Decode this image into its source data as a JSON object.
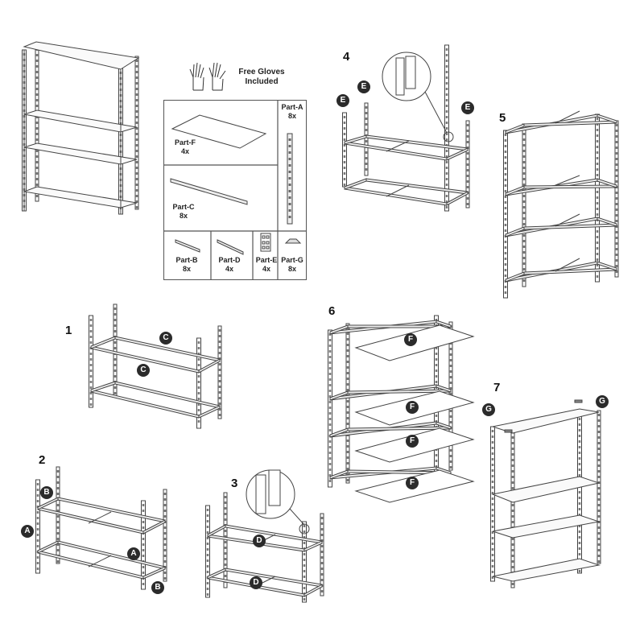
{
  "gloves": {
    "line1": "Free Gloves",
    "line2": "Included"
  },
  "parts": {
    "a": {
      "name": "Part-A",
      "qty": "8x"
    },
    "b": {
      "name": "Part-B",
      "qty": "8x"
    },
    "c": {
      "name": "Part-C",
      "qty": "8x"
    },
    "d": {
      "name": "Part-D",
      "qty": "4x"
    },
    "e": {
      "name": "Part-E",
      "qty": "4x"
    },
    "f": {
      "name": "Part-F",
      "qty": "4x"
    },
    "g": {
      "name": "Part-G",
      "qty": "8x"
    }
  },
  "steps": {
    "s1": "1",
    "s2": "2",
    "s3": "3",
    "s4": "4",
    "s5": "5",
    "s6": "6",
    "s7": "7"
  },
  "callouts": {
    "a": "A",
    "b": "B",
    "c": "C",
    "d": "D",
    "e": "E",
    "f": "F",
    "g": "G"
  },
  "colors": {
    "line": "#444444",
    "callout_fill": "#2b2b2b",
    "callout_text": "#ffffff"
  }
}
